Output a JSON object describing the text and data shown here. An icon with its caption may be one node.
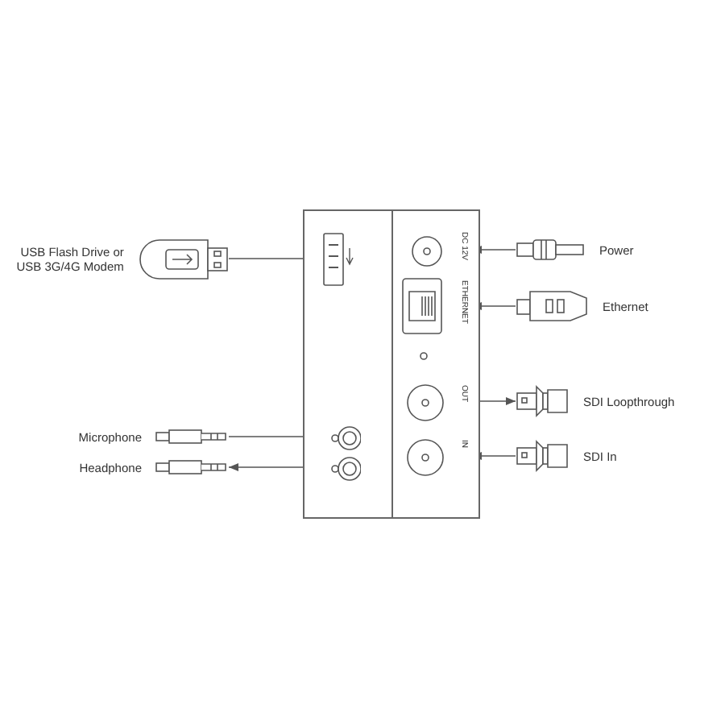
{
  "diagram": {
    "nodes": [
      {
        "text": [],
        "shape": "box"
      },
      {
        "text": [],
        "shape": "box",
        "in": 0
      },
      {
        "text": [],
        "shape": "circle",
        "in": 0
      },
      {
        "text": [],
        "shape": "circle",
        "in": 0
      },
      {
        "text": [],
        "shape": "box"
      },
      {
        "text": [
          "DC 12V"
        ],
        "in": 4
      },
      {
        "text": [
          "ETHERNET"
        ],
        "in": 4
      },
      {
        "text": [
          "OUT"
        ],
        "in": 4
      },
      {
        "text": [
          "IN"
        ],
        "in": 4
      },
      {
        "text": [
          "USB Flash Drive or USB 3G/4G Modem"
        ]
      },
      {
        "text": [
          "Microphone"
        ]
      },
      {
        "text": [
          "Headphone"
        ]
      },
      {
        "text": [
          "Power"
        ]
      },
      {
        "text": [
          "Ethernet"
        ]
      },
      {
        "text": [
          "SDI Loopthrough"
        ]
      },
      {
        "text": [
          "SDI In"
        ]
      }
    ],
    "edges": [
      {
        "from": 9,
        "to": 1,
        "arrow": "to"
      },
      {
        "from": 10,
        "to": 2,
        "arrow": "to"
      },
      {
        "from": 3,
        "to": 11,
        "arrow": "to"
      },
      {
        "from": 12,
        "to": 5,
        "arrow": "to"
      },
      {
        "from": 13,
        "to": 6,
        "arrow": "to"
      },
      {
        "from": 7,
        "to": 14,
        "arrow": "to"
      },
      {
        "from": 15,
        "to": 8,
        "arrow": "to"
      }
    ]
  }
}
